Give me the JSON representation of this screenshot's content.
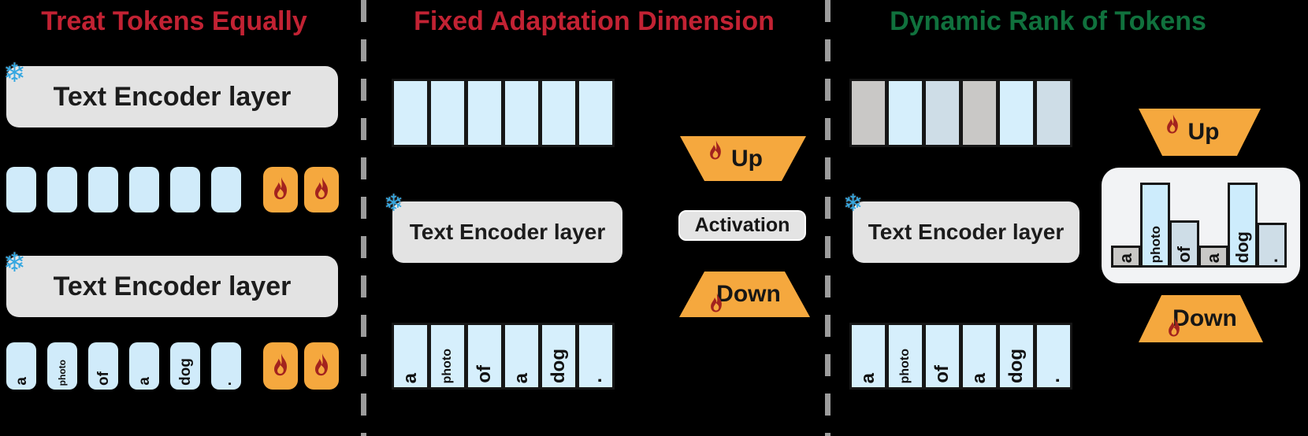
{
  "colors": {
    "background": "#000000",
    "red_title": "#c22233",
    "green_title": "#10713d",
    "token_blue": "#d0ebfa",
    "cell_blue": "#d6effc",
    "encoder_gray": "#e3e3e3",
    "orange": "#f5a83e",
    "flame_red": "#a3231e",
    "snowflake_blue": "#35a7e0",
    "rank_gray": "#c9c8c6",
    "rank_pale_blue": "#cedde7",
    "rank_bright_blue": "#cdecfc",
    "divider_gray": "#9c9c9c",
    "rank_box_white": "#f2f3f5"
  },
  "panel1": {
    "title": "Treat Tokens Equally",
    "encoder1_label": "Text Encoder layer",
    "encoder2_label": "Text Encoder layer",
    "token_labels": [
      "a",
      "photo",
      "of",
      "a",
      "dog",
      "."
    ]
  },
  "panel2": {
    "title": "Fixed Adaptation Dimension",
    "encoder_label": "Text Encoder layer",
    "token_labels": [
      "a",
      "photo",
      "of",
      "a",
      "dog",
      "."
    ],
    "adapter": {
      "up_label": "Up",
      "activation_label": "Activation",
      "down_label": "Down"
    }
  },
  "panel3": {
    "title": "Dynamic Rank of Tokens",
    "encoder_label": "Text Encoder layer",
    "token_labels": [
      "a",
      "photo",
      "of",
      "a",
      "dog",
      "."
    ],
    "adapter": {
      "up_label": "Up",
      "down_label": "Down"
    },
    "top_cell_colors": [
      "#c9c8c6",
      "#d6effc",
      "#cedde7",
      "#c9c8c6",
      "#d6effc",
      "#cedde7"
    ]
  },
  "chart_data": {
    "type": "bar",
    "categories": [
      "a",
      "photo",
      "of",
      "a",
      "dog",
      "."
    ],
    "values": [
      28,
      108,
      60,
      28,
      108,
      57
    ],
    "colors": [
      "#c9c8c6",
      "#cdecfc",
      "#cedde7",
      "#c9c8c6",
      "#cdecfc",
      "#cedde7"
    ],
    "title": "",
    "xlabel": "",
    "ylabel": "",
    "ylim": [
      0,
      127
    ]
  }
}
